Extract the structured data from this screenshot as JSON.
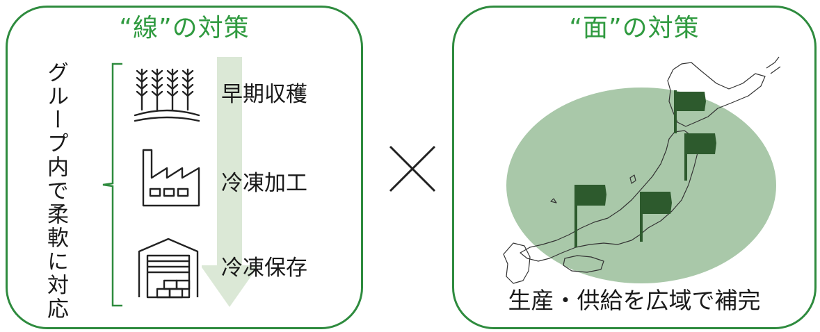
{
  "left_panel": {
    "title": "“線”の対策",
    "vertical_text": "グループ内で柔軟に対応",
    "steps": [
      {
        "icon": "wheat-icon",
        "label": "早期収穫"
      },
      {
        "icon": "factory-icon",
        "label": "冷凍加工"
      },
      {
        "icon": "warehouse-icon",
        "label": "冷凍保存"
      }
    ]
  },
  "operator": "×",
  "right_panel": {
    "title": "“面”の対策",
    "caption": "生産・供給を広域で補完",
    "flag_count": 4
  },
  "colors": {
    "frame": "#2e8b3e",
    "title": "#2f9a3f",
    "arrow": "#dbe8d6",
    "ellipse": "#a9c8a9",
    "flag": "#2d5a2d"
  }
}
